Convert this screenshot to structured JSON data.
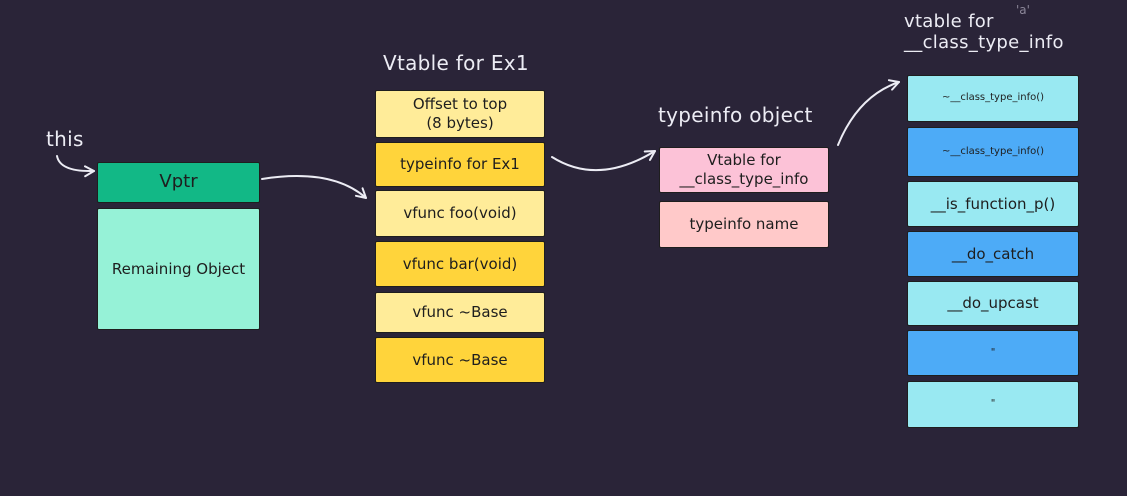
{
  "background": "#2a2438",
  "this_label": "this",
  "object": {
    "vptr": {
      "label": "Vptr",
      "color": "#12b886"
    },
    "remaining": {
      "label": "Remaining Object",
      "color": "#96f2d7"
    }
  },
  "vtable": {
    "title": "Vtable for Ex1",
    "entries": [
      {
        "lines": [
          "Offset to top",
          "(8 bytes)"
        ],
        "color": "#ffec99"
      },
      {
        "lines": [
          "typeinfo for Ex1"
        ],
        "color": "#ffd43b"
      },
      {
        "lines": [
          "vfunc foo(void)"
        ],
        "color": "#ffec99"
      },
      {
        "lines": [
          "vfunc bar(void)"
        ],
        "color": "#ffd43b"
      },
      {
        "lines": [
          "vfunc ~Base"
        ],
        "color": "#ffec99"
      },
      {
        "lines": [
          "vfunc ~Base"
        ],
        "color": "#ffd43b"
      }
    ]
  },
  "typeinfo": {
    "title": "typeinfo object",
    "entries": [
      {
        "lines": [
          "Vtable for",
          "__class_type_info"
        ],
        "color": "#fcc2d7"
      },
      {
        "lines": [
          "typeinfo name"
        ],
        "color": "#ffc9c9"
      }
    ]
  },
  "class_vtable": {
    "title_lines": [
      "vtable for",
      "__class_type_info"
    ],
    "mark": "'a'",
    "entries": [
      {
        "label": "~__class_type_info()",
        "color": "#99e9f2"
      },
      {
        "label": "~__class_type_info()",
        "color": "#4dabf7"
      },
      {
        "label": "__is_function_p()",
        "color": "#99e9f2"
      },
      {
        "label": "__do_catch",
        "color": "#4dabf7"
      },
      {
        "label": "__do_upcast",
        "color": "#99e9f2"
      },
      {
        "label": "\"",
        "color": "#4dabf7"
      },
      {
        "label": "\"",
        "color": "#99e9f2"
      }
    ]
  }
}
